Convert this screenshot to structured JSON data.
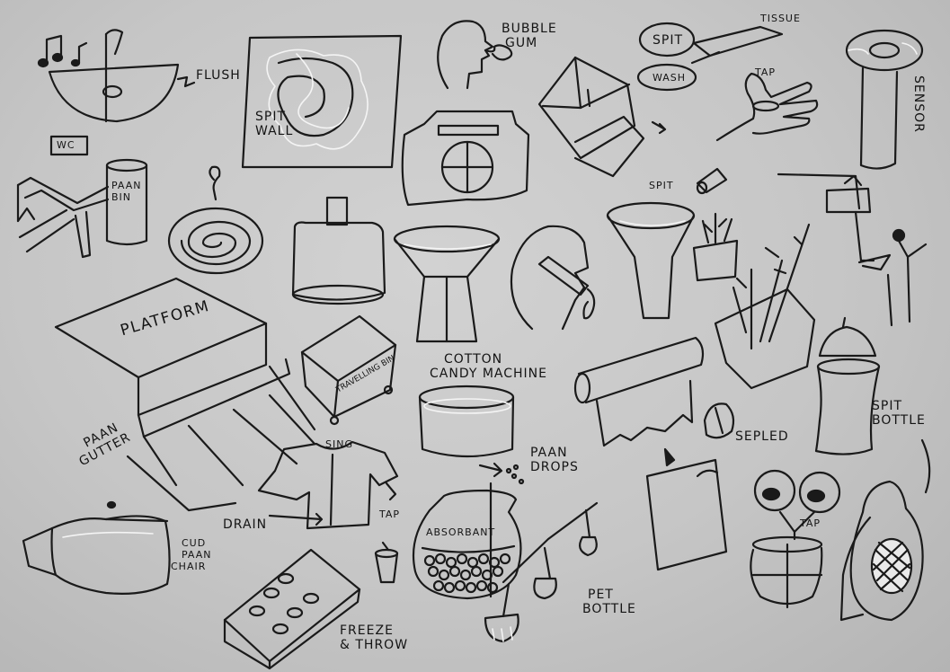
{
  "labels": {
    "flush": "FLUSH",
    "wc": "WC",
    "paan_bin_1": "PAAN",
    "paan_bin_2": "BIN",
    "spit_wall_1": "SPIT",
    "spit_wall_2": "WALL",
    "bubble_gum_1": "BUBBLE",
    "bubble_gum_2": "GUM",
    "spit_scissor": "SPIT",
    "wash": "WASH",
    "tissue": "TISSUE",
    "tap_hand": "TAP",
    "sensor": "SENSOR",
    "spit_plant": "SPIT",
    "platform": "PLATFORM",
    "travelling_bin": "TRAVELLING BIN",
    "cotton_candy_1": "COTTON",
    "cotton_candy_2": "CANDY MACHINE",
    "paan_gutter_1": "PAAN",
    "paan_gutter_2": "GUTTER",
    "sing": "SING",
    "drain": "DRAIN",
    "tap_shirt": "TAP",
    "paan_drops_1": "PAAN",
    "paan_drops_2": "DROPS",
    "sepled": "SEPLED",
    "spit_bottle_1": "SPIT",
    "spit_bottle_2": "BOTTLE",
    "cud_chair_1": "CUD",
    "cud_chair_2": "PAAN",
    "cud_chair_3": "CHAIR",
    "absorbant": "ABSORBANT",
    "pet_bottle_1": "PET",
    "pet_bottle_2": "BOTTLE",
    "freeze_1": "FREEZE",
    "freeze_2": "& THROW",
    "tap_face": "TAP"
  }
}
